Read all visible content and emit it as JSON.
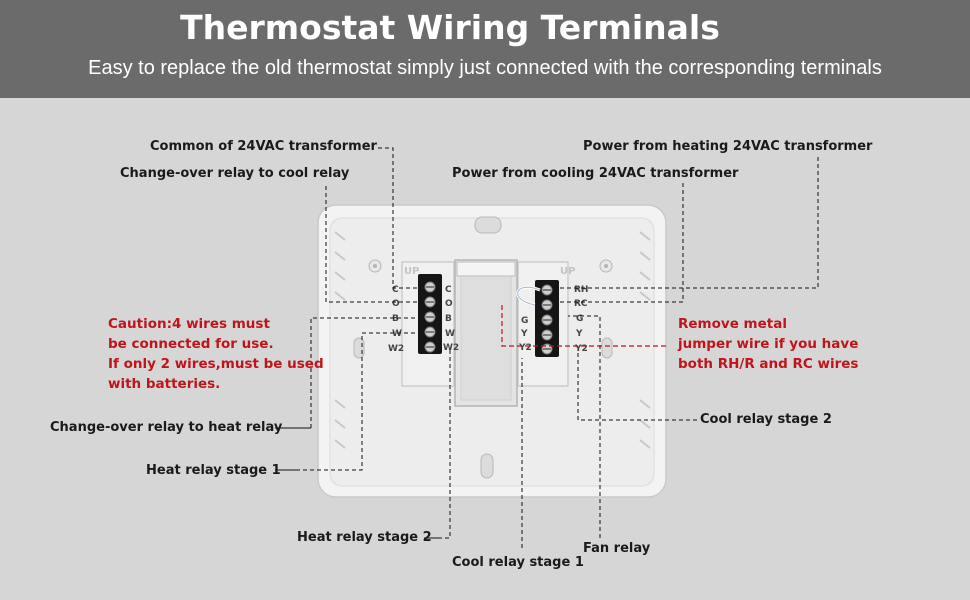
{
  "header": {
    "title": "Thermostat Wiring Terminals",
    "subtitle": "Easy to replace the old thermostat simply just connected with the corresponding terminals"
  },
  "labels": {
    "common_24vac": "Common of 24VAC transformer",
    "changeover_cool": "Change-over relay to cool relay",
    "power_heating": "Power from heating 24VAC transformer",
    "power_cooling": "Power from cooling 24VAC transformer",
    "changeover_heat": "Change-over relay to heat relay",
    "heat_stage1": "Heat relay stage 1",
    "heat_stage2": "Heat relay stage 2",
    "cool_stage1": "Cool relay stage 1",
    "cool_stage2": "Cool relay stage 2",
    "fan_relay": "Fan relay"
  },
  "caution": {
    "lines": [
      "Caution:4 wires must",
      "be connected for use.",
      "If only 2 wires,must be used",
      "with batteries."
    ]
  },
  "jumper_note": {
    "lines": [
      "Remove metal",
      "jumper wire if you have",
      "both RH/R and RC wires"
    ]
  },
  "board": {
    "up_marks": [
      "UP",
      "UP"
    ],
    "left_terminals_outer": [
      "C",
      "O",
      "B",
      "W",
      "W2"
    ],
    "left_terminals_inner": [
      "C",
      "O",
      "B",
      "W",
      "W2"
    ],
    "right_terminals_outer": [
      "RH",
      "RC",
      "G",
      "Y",
      "Y2"
    ],
    "right_terminals_inner": [
      "G",
      "Y",
      "Y2"
    ]
  },
  "colors": {
    "header_bg": "#6b6b6b",
    "background": "#d6d6d6",
    "accent_red": "#c0141b",
    "plate": "#f2f2f2"
  }
}
